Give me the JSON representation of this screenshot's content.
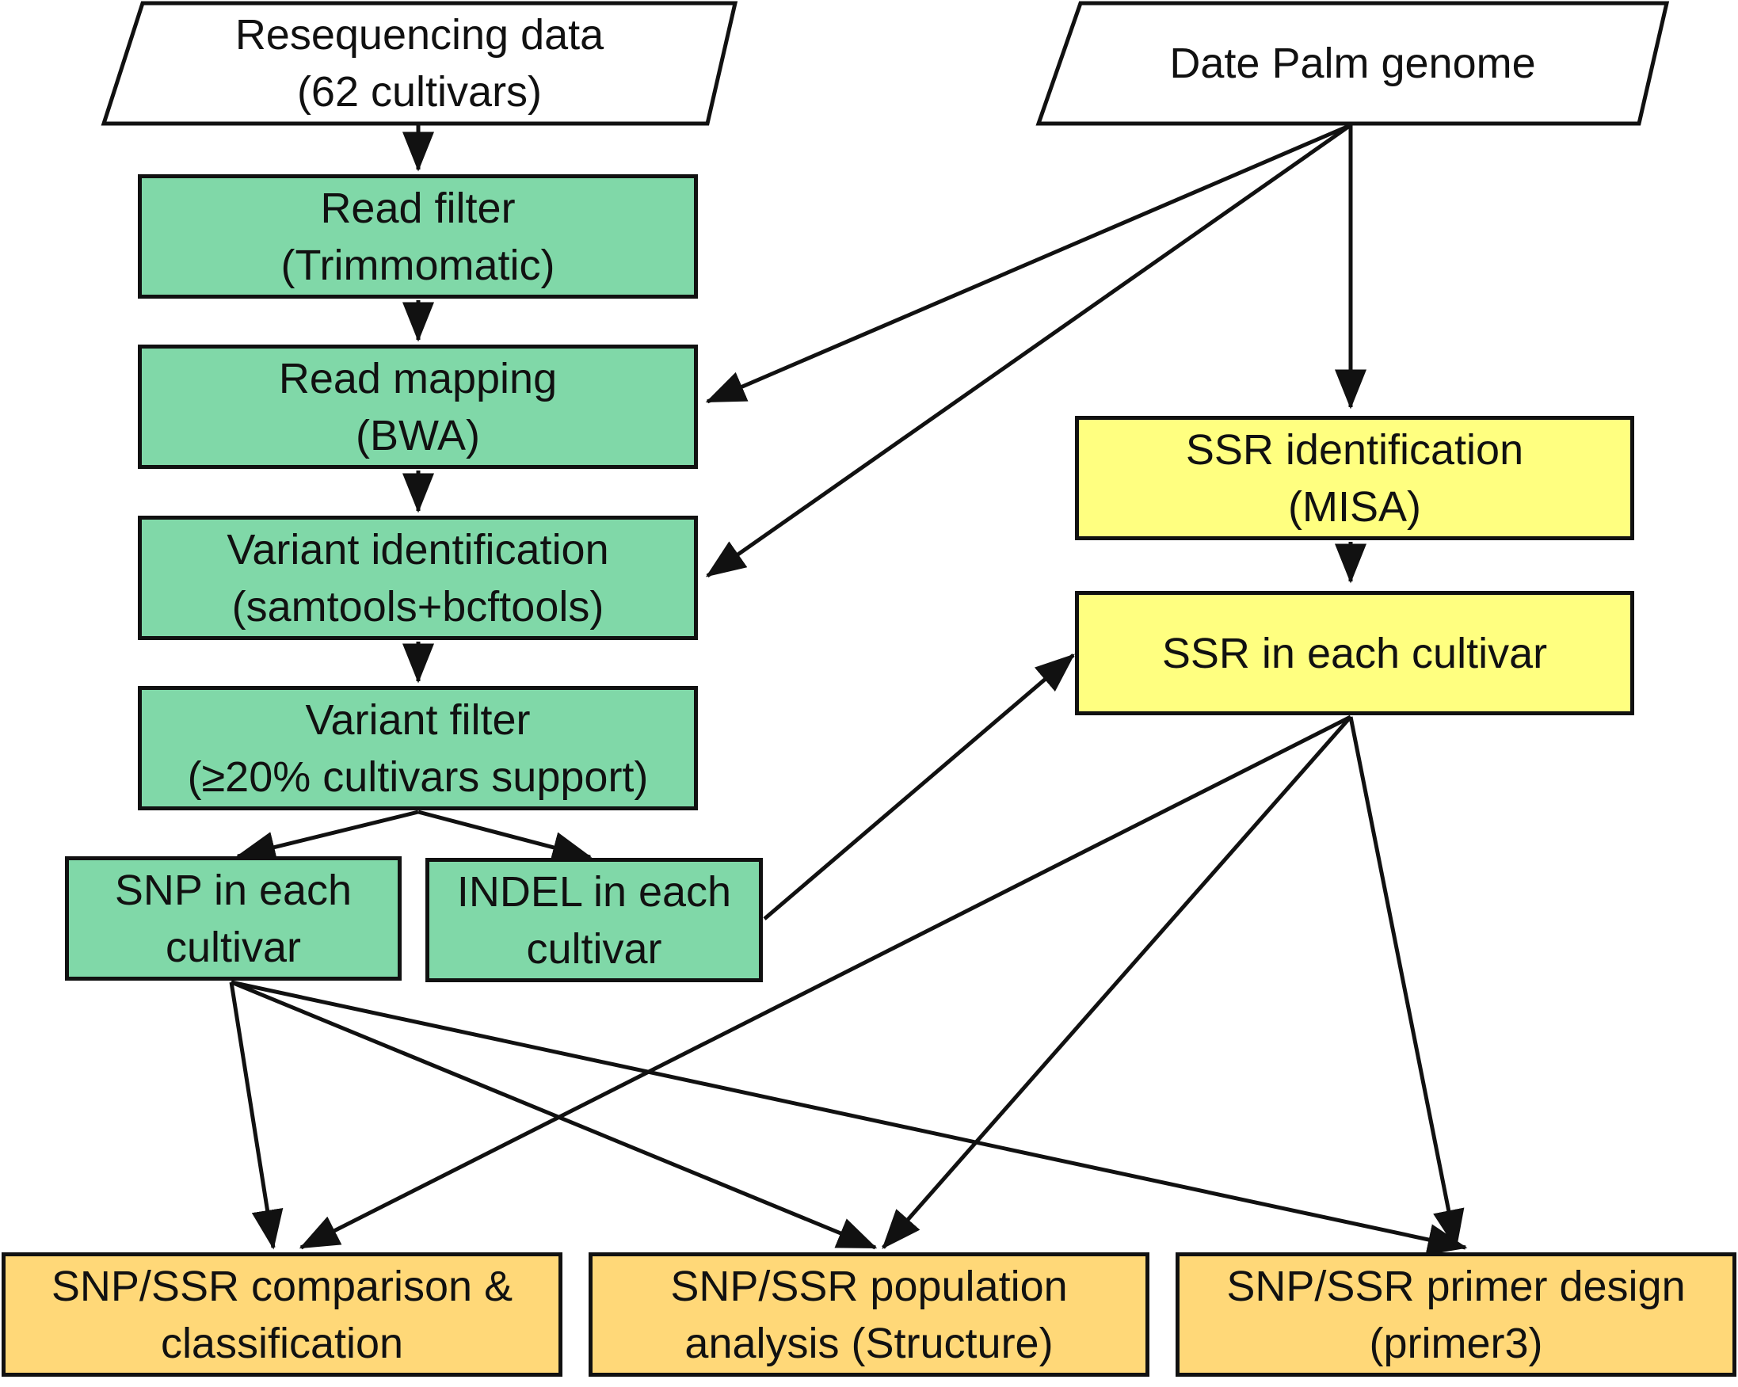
{
  "colors": {
    "process": "#80d8a8",
    "ssr": "#ffff80",
    "output": "#ffd878",
    "stroke": "#111111"
  },
  "inputs": {
    "resequencing": [
      "Resequencing data",
      "(62 cultivars)"
    ],
    "genome": [
      "Date Palm genome"
    ]
  },
  "pipeline": {
    "read_filter": [
      "Read filter",
      "(Trimmomatic)"
    ],
    "read_mapping": [
      "Read mapping",
      "(BWA)"
    ],
    "variant_identification": [
      "Variant identification",
      "(samtools+bcftools)"
    ],
    "variant_filter": [
      "Variant filter",
      "(≥20% cultivars support)"
    ],
    "snp": [
      "SNP in each",
      "cultivar"
    ],
    "indel": [
      "INDEL in each",
      "cultivar"
    ]
  },
  "ssr": {
    "identification": [
      "SSR identification",
      "(MISA)"
    ],
    "each_cultivar": [
      "SSR in each cultivar"
    ]
  },
  "outputs": {
    "comparison": [
      "SNP/SSR comparison &",
      "classification"
    ],
    "population": [
      "SNP/SSR population",
      "analysis (Structure)"
    ],
    "primer": [
      "SNP/SSR primer design",
      "(primer3)"
    ]
  }
}
